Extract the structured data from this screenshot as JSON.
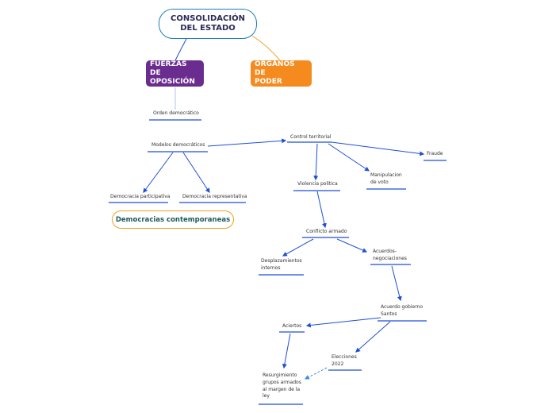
{
  "root": {
    "label": "CONSOLIDACIÓN\nDEL ESTADO"
  },
  "main_topics": [
    {
      "label": "FUERZAS DE\nOPOSICIÓN",
      "color": "#6a2d8f"
    },
    {
      "label": "ORGANOS DE\nPODER",
      "color": "#f58b1f"
    }
  ],
  "subtopic": {
    "label": "Democracias contemporaneas"
  },
  "labels": [
    "Orden democrático",
    "Modelos democráticos",
    "Democracia participativa",
    "Democracia representativa",
    "Control territorial",
    "Fraude",
    "Manipulacion\nde voto",
    "Violencia politica",
    "Conflicto armado",
    "Desplazamientos\ninternos",
    "Acuerdos-\nnegociaciones",
    "Acuerdo gobierno\nSantos",
    "Aciertos",
    "Elecciones\n2022",
    "Resurgimiento\ngrupos armados\nal margen de la\nley"
  ],
  "colors": {
    "link": "#1f4fd6",
    "root_border": "#1a7fb8",
    "subtopic_border": "#f0a020",
    "root_text": "#2b2b55"
  }
}
